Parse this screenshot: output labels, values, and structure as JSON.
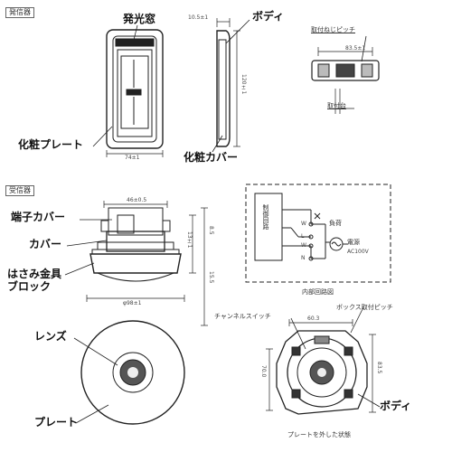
{
  "sections": {
    "transmitter": "発信器",
    "receiver": "受信器"
  },
  "labels": {
    "light_window": "発光窓",
    "body_top": "ボディ",
    "cosmetic_plate": "化粧プレート",
    "cosmetic_cover": "化粧カバー",
    "mount_pitch": "取付ねじピッチ",
    "mount_base": "取付台",
    "terminal_cover": "端子カバー",
    "cover": "カバー",
    "clip_block": "はさみ金具\nブロック",
    "circuit_title": "内部回路図",
    "control_circuit": "制御回路",
    "load": "負荷",
    "power": "電源",
    "voltage": "AC100V",
    "channel_switch": "チャンネルスイッチ",
    "box_pitch": "ボックス取付ピッチ",
    "lens": "レンズ",
    "plate": "プレート",
    "body_bottom": "ボディ",
    "plate_removed": "プレートを外した状態"
  },
  "dims": {
    "d1": "74±1",
    "d2": "10.5±1",
    "d3": "120±1",
    "d4": "83.5±1",
    "d5": "46±0.5",
    "d6": "13±1",
    "d7": "φ98±1",
    "d8": "60.3",
    "d9": "83.5",
    "d10": "70.0",
    "d11": "8.5",
    "d12": "15.5"
  },
  "terminals": [
    "W",
    "L",
    "W",
    "N"
  ]
}
